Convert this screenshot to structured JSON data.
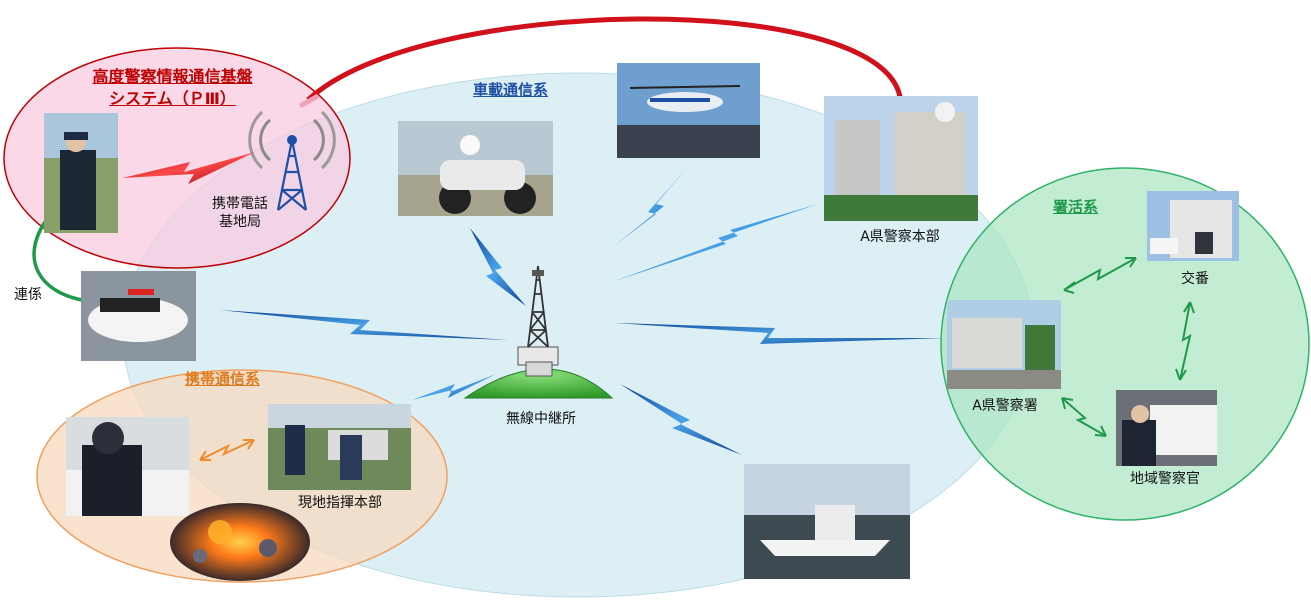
{
  "systems": {
    "p3_title_line1": "高度警察情報通信基盤",
    "p3_title_line2": "システム（ＰⅢ）",
    "vehicle": "車載通信系",
    "station": "署活系",
    "portable": "携帯通信系"
  },
  "nodes": {
    "base_station_line1": "携帯電話",
    "base_station_line2": "基地局",
    "hq": "A県警察本部",
    "relay": "無線中継所",
    "police_box": "交番",
    "police_station": "A県警察署",
    "local_officer": "地域警察官",
    "field_hq": "現地指揮本部"
  },
  "links": {
    "liaison": "連係"
  },
  "colors": {
    "p3_fill": "#f9c9df",
    "p3_border": "#c00000",
    "vehicle_fill": "#d6ecf3",
    "station_fill": "#a8e6c1",
    "station_border": "#2fb36b",
    "portable_fill": "#f7d9bf",
    "portable_border": "#f0a060",
    "lightning_blue": "#1e6fc2",
    "lightning_red": "#d0101a",
    "arrow_green": "#1f9a4a",
    "arrow_orange": "#f08a2a"
  }
}
